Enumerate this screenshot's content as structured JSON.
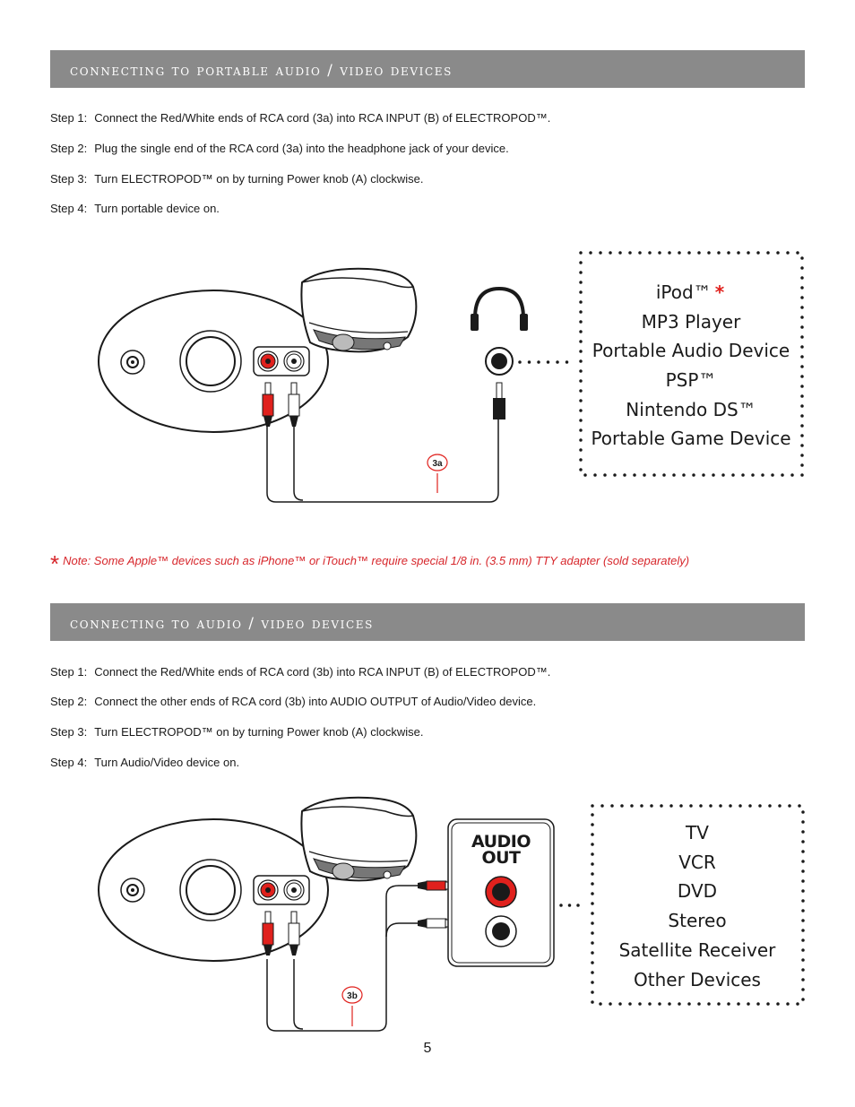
{
  "section1": {
    "title": "Connecting to Portable Audio / Video Devices",
    "steps": [
      {
        "label": "Step 1:",
        "text": "Connect the Red/White ends of RCA cord (3a) into RCA INPUT (B) of ELECTROPOD™."
      },
      {
        "label": "Step 2:",
        "text": "Plug the single end of the RCA cord (3a) into the headphone jack of your device."
      },
      {
        "label": "Step 3:",
        "text": "Turn ELECTROPOD™ on by turning Power knob (A) clockwise."
      },
      {
        "label": "Step 4:",
        "text": "Turn portable device on."
      }
    ],
    "cord_label": "3a",
    "devices": [
      "iPod™",
      "MP3 Player",
      "Portable Audio Device",
      "PSP™",
      "Nintendo DS™",
      "Portable Game Device"
    ],
    "device_asterisk": "*"
  },
  "note": {
    "asterisk": "*",
    "text": "Note: Some Apple™ devices such as iPhone™ or iTouch™ require special 1/8 in. (3.5 mm) TTY adapter (sold separately)"
  },
  "section2": {
    "title": "Connecting to Audio / Video Devices",
    "steps": [
      {
        "label": "Step 1:",
        "text": "Connect the Red/White ends of RCA cord (3b) into RCA INPUT (B) of ELECTROPOD™."
      },
      {
        "label": "Step 2:",
        "text": "Connect the other ends of RCA cord (3b) into AUDIO OUTPUT of Audio/Video device."
      },
      {
        "label": "Step 3:",
        "text": "Turn ELECTROPOD™ on by turning Power knob (A) clockwise."
      },
      {
        "label": "Step 4:",
        "text": "Turn Audio/Video device on."
      }
    ],
    "cord_label": "3b",
    "audio_out_line1": "AUDIO",
    "audio_out_line2": "OUT",
    "devices": [
      "TV",
      "VCR",
      "DVD",
      "Stereo",
      "Satellite Receiver",
      "Other Devices"
    ]
  },
  "page_number": "5",
  "colors": {
    "header_bg": "#8a8a8a",
    "rca_red": "#e0211d",
    "note_red": "#d7262b"
  }
}
